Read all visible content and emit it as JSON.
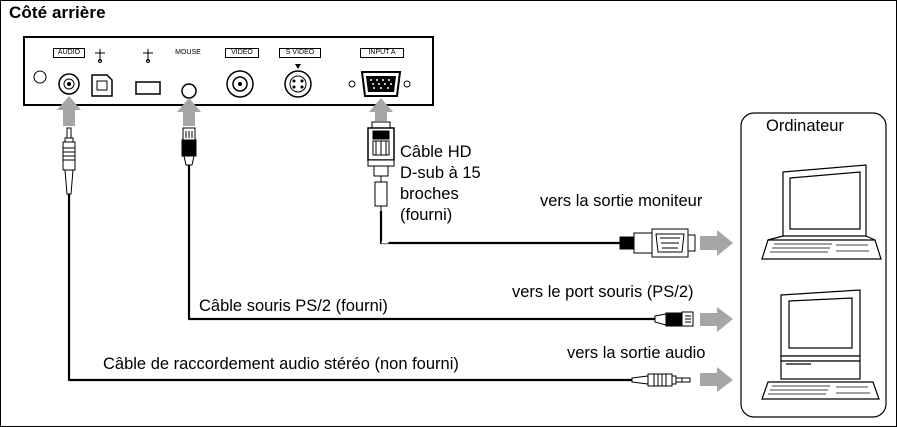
{
  "title": "Côté arrière",
  "panel_labels": {
    "audio": "AUDIO",
    "mouse": "MOUSE",
    "video": "VIDEO",
    "svideo": "S VIDEO",
    "inputa": "INPUT A"
  },
  "computer_label": "Ordinateur",
  "cables": {
    "hd_line1": "Câble HD",
    "hd_line2": "D-sub à 15",
    "hd_line3": "broches",
    "hd_line4": "(fourni)",
    "mouse_cable": "Câble souris PS/2 (fourni)",
    "audio_cable": "Câble de raccordement audio stéréo (non fourni)"
  },
  "destinations": {
    "monitor": "vers la sortie moniteur",
    "mouse_port": "vers le port souris (PS/2)",
    "audio_out": "vers la sortie audio"
  },
  "colors": {
    "arrow_gray": "#a6a6a6",
    "line": "#000000"
  }
}
